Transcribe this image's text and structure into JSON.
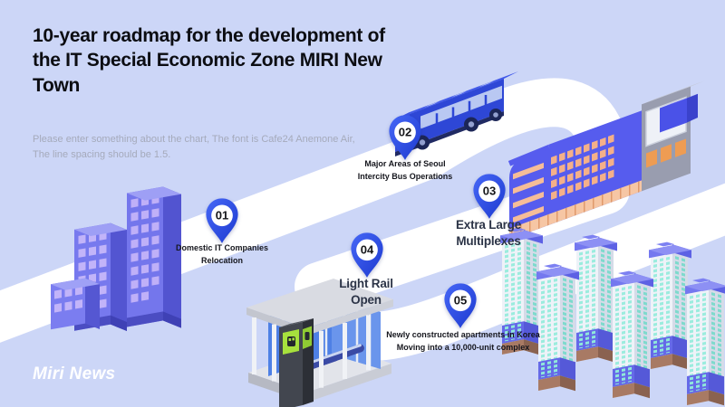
{
  "header": {
    "title": "10-year roadmap for the development of\nthe IT Special Economic Zone MIRI New\nTown",
    "subtitle": "Please enter something about the chart, The font is Cafe24 Anemone Air,\nThe line spacing should be 1.5."
  },
  "brand": "Miri News",
  "milestones": [
    {
      "number": "01",
      "label": "Domestic IT Companies\nRelocation",
      "emphasis": "small",
      "illustration": "office-buildings"
    },
    {
      "number": "02",
      "label": "Major Areas of Seoul\nIntercity Bus Operations",
      "emphasis": "small",
      "illustration": "intercity-bus"
    },
    {
      "number": "03",
      "label": "Extra Large\nMultiplexes",
      "emphasis": "large",
      "illustration": "multiplex-building"
    },
    {
      "number": "04",
      "label": "Light Rail\nOpen",
      "emphasis": "large",
      "illustration": "light-rail-station"
    },
    {
      "number": "05",
      "label": "Newly constructed apartments in Korea\nMoving into a 10,000-unit complex",
      "emphasis": "small",
      "illustration": "apartment-complex"
    }
  ],
  "colors": {
    "background": "#ccd6f7",
    "road": "#ffffff",
    "pin_blue": "#2c4ce6",
    "title_text": "#0c0d12",
    "subtitle_text": "#a5aabb",
    "label_large_text": "#2c3447",
    "label_small_text": "#15161d",
    "brand_text": "#ffffff",
    "building_purple": "#7476ec",
    "bus_blue": "#2e47d6",
    "multiplex_peach": "#f4b089",
    "station_green": "#a7e13d",
    "apartment_teal": "#9becde"
  }
}
